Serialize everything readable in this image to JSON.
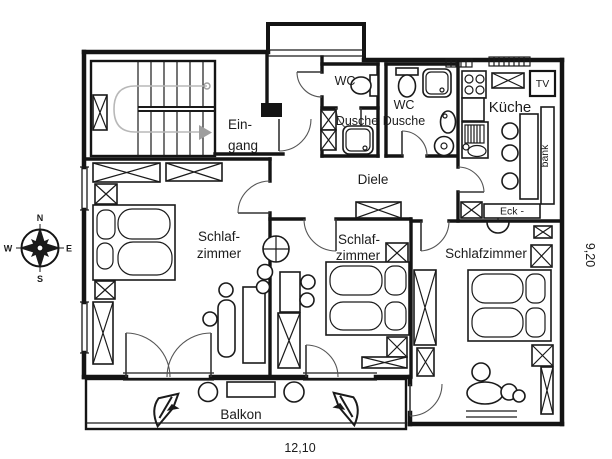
{
  "plan": {
    "rooms": {
      "eingang": {
        "line1": "Ein-",
        "line2": "gang"
      },
      "wc_small": {
        "label": "WC"
      },
      "dusche_small": {
        "label": "Dusche"
      },
      "wc_dusche": {
        "line1": "WC",
        "line2": "Dusche"
      },
      "kueche": {
        "label": "Küche"
      },
      "diele": {
        "label": "Diele"
      },
      "schlafzimmer_links": {
        "line1": "Schlaf-",
        "line2": "zimmer"
      },
      "schlafzimmer_mitte": {
        "line1": "Schlaf-",
        "line2": "zimmer"
      },
      "schlafzimmer_rechts": {
        "label": "Schlafzimmer"
      },
      "balkon": {
        "label": "Balkon"
      }
    },
    "furniture_labels": {
      "tv": "TV",
      "bank": "bank",
      "eckbank": "Eck -"
    },
    "dimensions": {
      "width": "12,10",
      "height": "9,20"
    },
    "compass": {
      "n": "N",
      "e": "E",
      "s": "S",
      "w": "W"
    },
    "colors": {
      "wall": "#1a1a1a",
      "background": "#ffffff",
      "guide": "#b8b8b8"
    }
  }
}
